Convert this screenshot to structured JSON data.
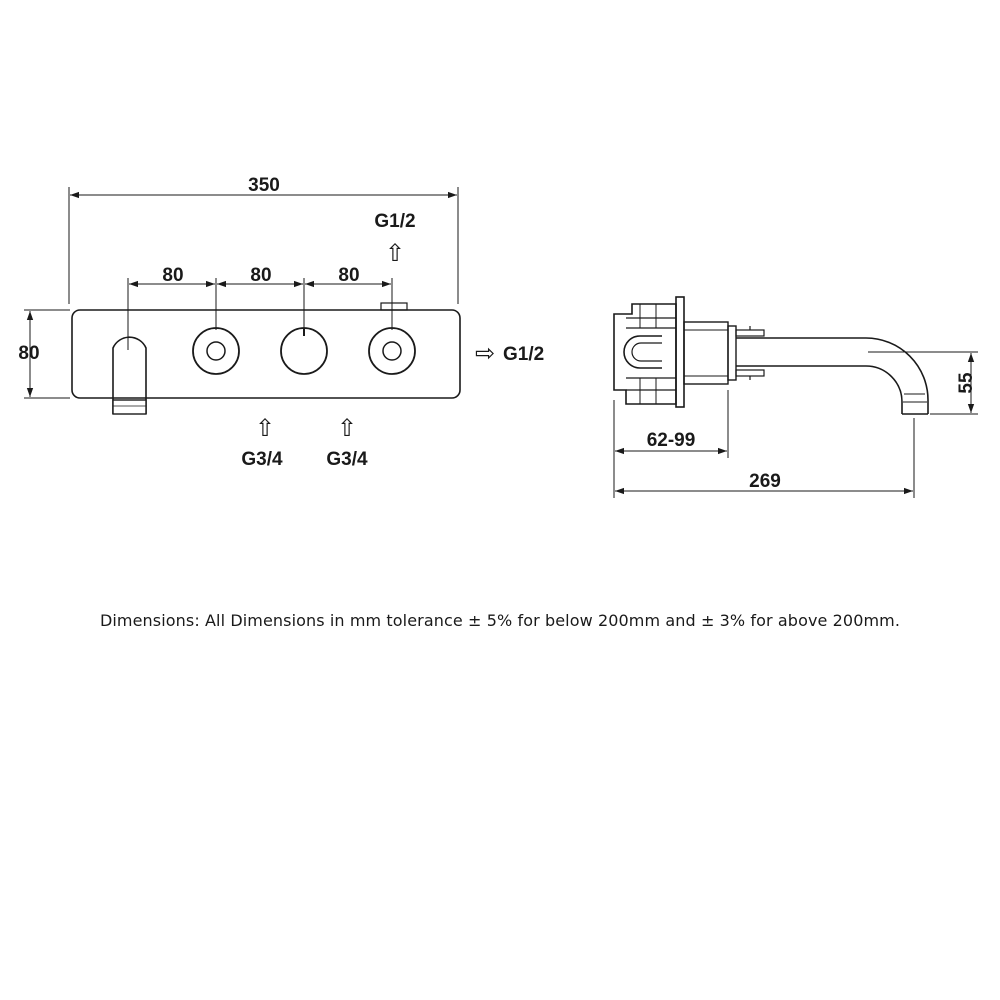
{
  "front_view": {
    "overall_width": "350",
    "spacing_1": "80",
    "spacing_2": "80",
    "spacing_3": "80",
    "height": "80",
    "top_connection": "G1/2",
    "side_connection": "G1/2",
    "inlet_left": "G3/4",
    "inlet_right": "G3/4",
    "arrow_up_glyph": "⇧",
    "arrow_right_glyph": "⇨"
  },
  "side_view": {
    "wall_depth": "62-99",
    "spout_length": "269",
    "spout_drop": "55"
  },
  "note": "Dimensions: All Dimensions in mm tolerance ± 5% for below 200mm and ± 3% for above 200mm."
}
